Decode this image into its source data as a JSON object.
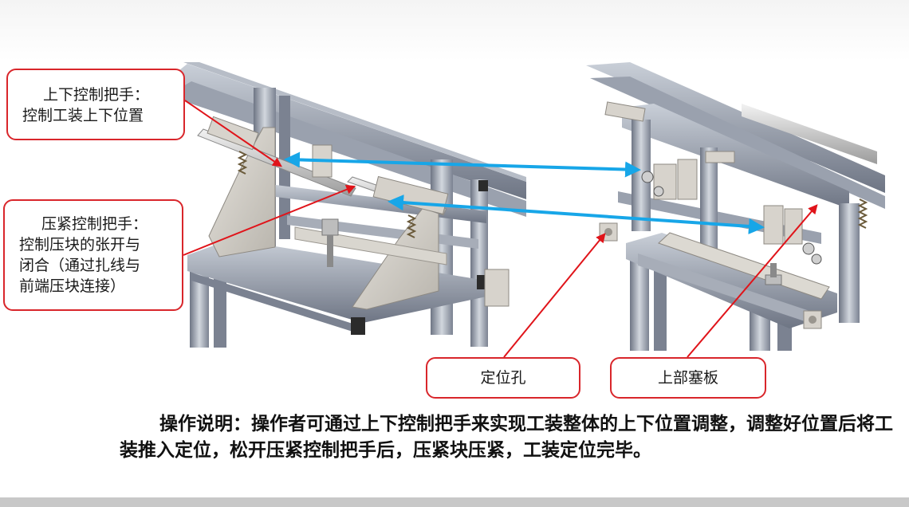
{
  "callouts": {
    "up_down_handle": {
      "line1": "上下控制把手：",
      "line2": "控制工装上下位置"
    },
    "clamp_handle": {
      "line1": "压紧控制把手：",
      "line2": "控制压块的张开与",
      "line3": "闭合（通过扎线与",
      "line4": "前端压块连接）"
    },
    "locating_hole": "定位孔",
    "top_plate": "上部塞板"
  },
  "description": "操作说明：操作者可通过上下控制把手来实现工装整体的上下位置调整，调整好位置后将工装推入定位，松开压紧控制把手后，压紧块压紧，工装定位完毕。",
  "colors": {
    "callout_border": "#d9262b",
    "pointer_red": "#e0141a",
    "link_blue": "#17a6e8",
    "frame_steel": "#8f97a6"
  }
}
